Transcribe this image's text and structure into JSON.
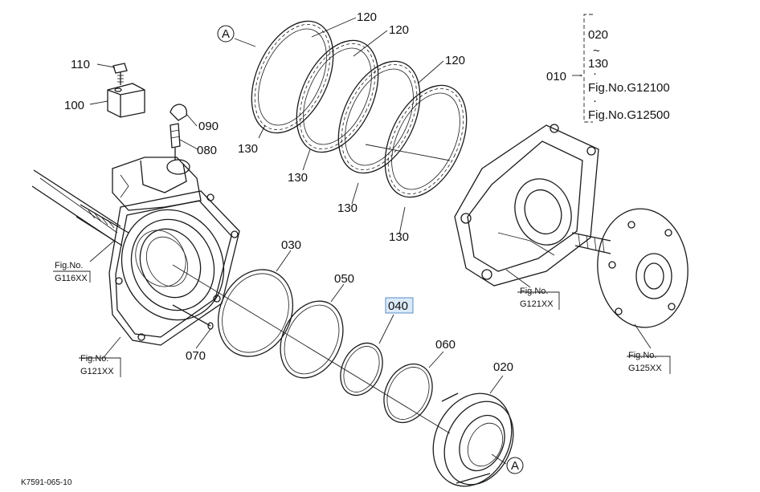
{
  "diagram": {
    "drawing_code": "K7591-065-10",
    "callouts": {
      "p010": "010",
      "p020": "020",
      "p030": "030",
      "p040": "040",
      "p050": "050",
      "p060": "060",
      "p070": "070",
      "p080": "080",
      "p090": "090",
      "p100": "100",
      "p110": "110",
      "p120a": "120",
      "p120b": "120",
      "p120c": "120",
      "p130a": "130",
      "p130b": "130",
      "p130c": "130",
      "p130d": "130"
    },
    "markers": {
      "a_top": "A",
      "a_bottom": "A"
    },
    "figure_refs": {
      "g116": {
        "line1": "Fig.No.",
        "line2": "G116XX"
      },
      "g121_left": {
        "line1": "Fig.No.",
        "line2": "G121XX"
      },
      "g121_right": {
        "line1": "Fig.No.",
        "line2": "G121XX"
      },
      "g125": {
        "line1": "Fig.No.",
        "line2": "G125XX"
      }
    },
    "range_bracket": {
      "from": "020",
      "tilde": "~",
      "to": "130",
      "dot1": "·",
      "ref1": "Fig.No.G12100",
      "dot2": "·",
      "ref2": "Fig.No.G12500"
    },
    "selected_callout": "040",
    "highlight_color": "#dbeaf8"
  }
}
